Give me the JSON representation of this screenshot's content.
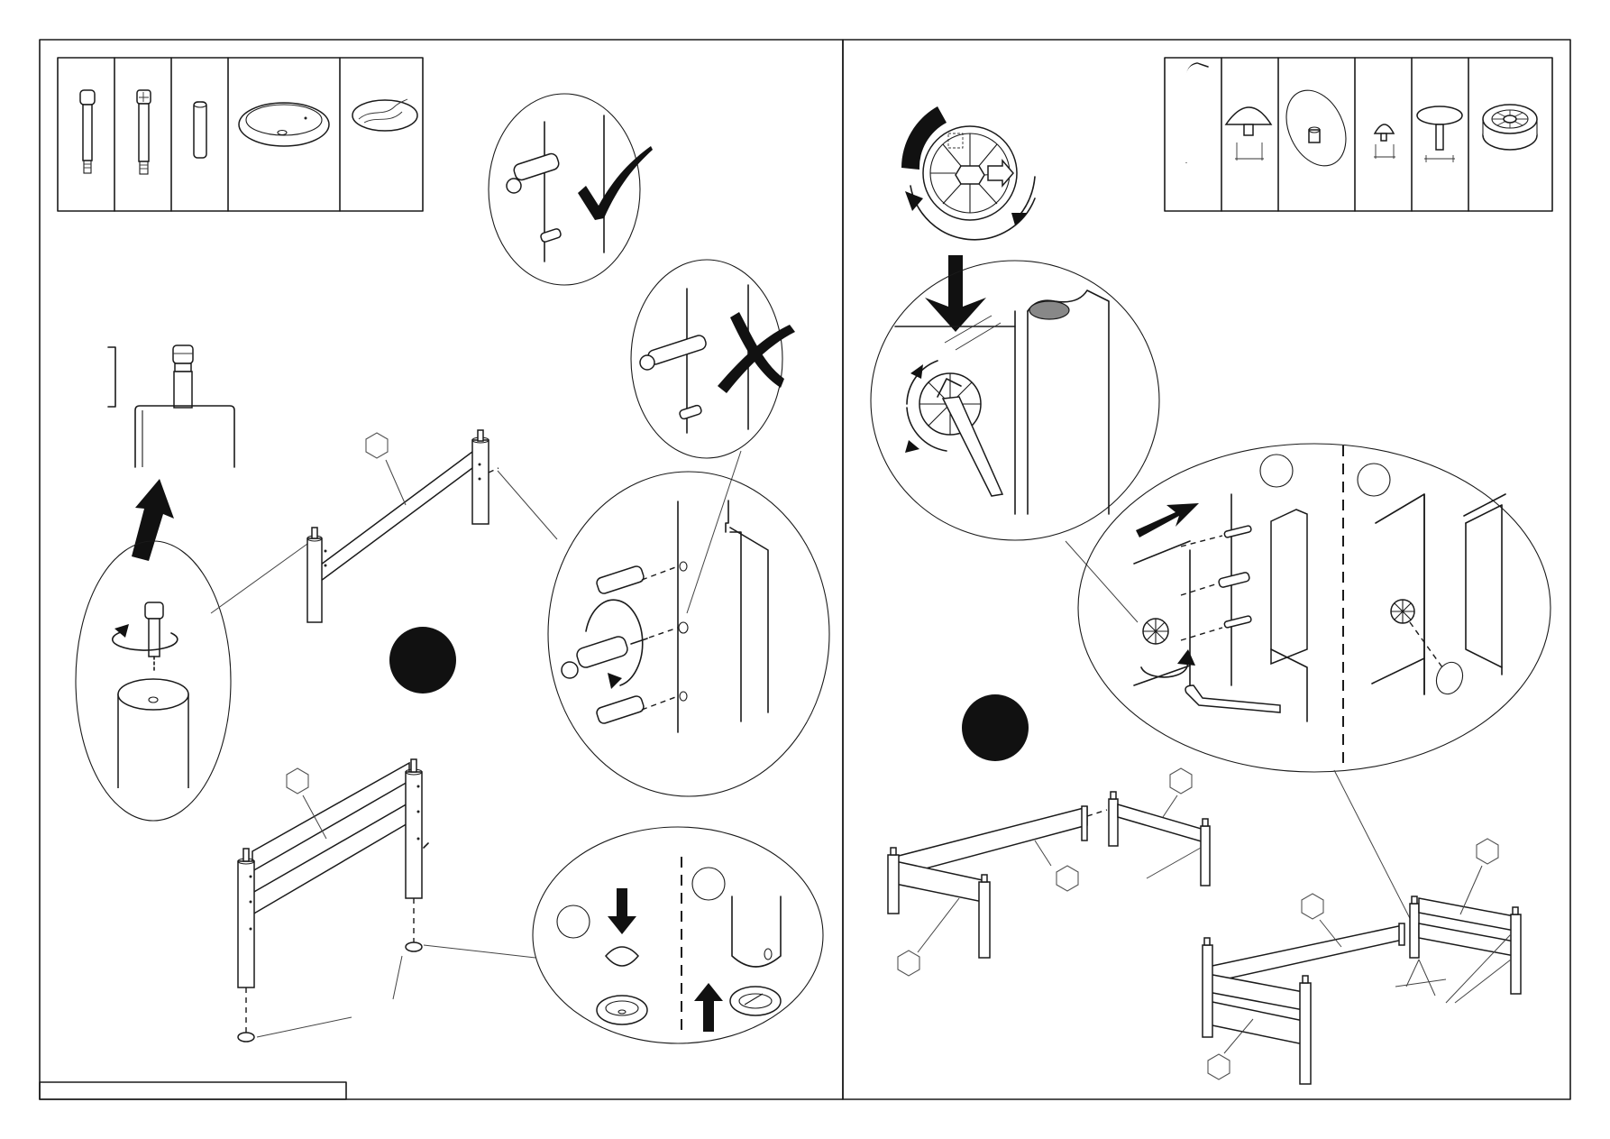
{
  "document": {
    "type": "assembly-instruction-sheet",
    "pages": [
      {
        "id": "left",
        "parts_table": [
          "dowel-screw-short",
          "dowel-screw-long",
          "wood-dowel",
          "floor-glider-cup",
          "floor-glider-pad"
        ],
        "details": [
          "correct-fitting",
          "incorrect-fitting",
          "screw-in-detail",
          "glider-detail-a-b"
        ]
      },
      {
        "id": "right",
        "parts_table": [
          "allen-key",
          "cover-cap-large",
          "cover-cap-disc",
          "cover-cap-small",
          "cover-cap-stem",
          "cam-lock"
        ],
        "details": [
          "cam-lock-tightening",
          "cam-lock-insertion-a-b"
        ]
      }
    ]
  },
  "icons": {
    "correct": "check-icon",
    "incorrect": "cross-icon",
    "rotate": "rotate-arrow-icon",
    "push": "arrow-icon"
  },
  "colors": {
    "line": "#1a1a1a",
    "background": "#ffffff",
    "step_marker": "#111111"
  }
}
